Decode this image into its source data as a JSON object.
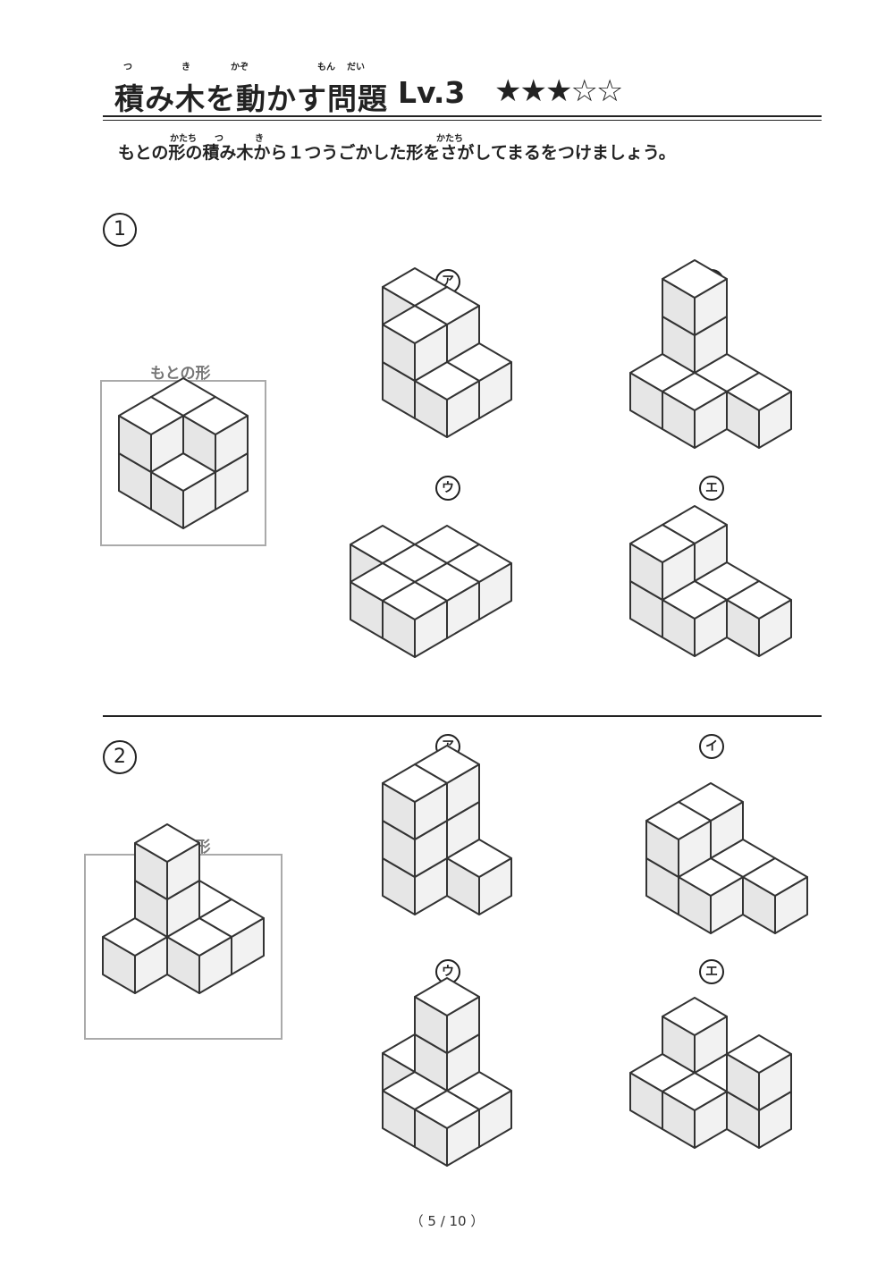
{
  "header": {
    "title": "積み木を動かす問題",
    "title_ruby": [
      "つ",
      "き",
      "かぞ",
      "もん",
      "だい"
    ],
    "level": "Lv.3",
    "stars": "★★★☆☆"
  },
  "instruction": {
    "text": "もとの形の積み木から１つうごかした形をさがしてまるをつけましょう。",
    "ruby": [
      "かたち",
      "つ",
      "き",
      "かたち"
    ]
  },
  "problems": [
    {
      "number": "1",
      "original_label": "もとの形",
      "options": [
        "ア",
        "イ",
        "ウ",
        "エ"
      ]
    },
    {
      "number": "2",
      "original_label": "もとの形",
      "options": [
        "ア",
        "イ",
        "ウ",
        "エ"
      ]
    }
  ],
  "footer": {
    "page": "（ 5 / 10 ）"
  },
  "colors": {
    "cube_top": "#ffffff",
    "cube_left": "#e6e6e6",
    "cube_right": "#f2f2f2",
    "cube_stroke": "#333333"
  }
}
